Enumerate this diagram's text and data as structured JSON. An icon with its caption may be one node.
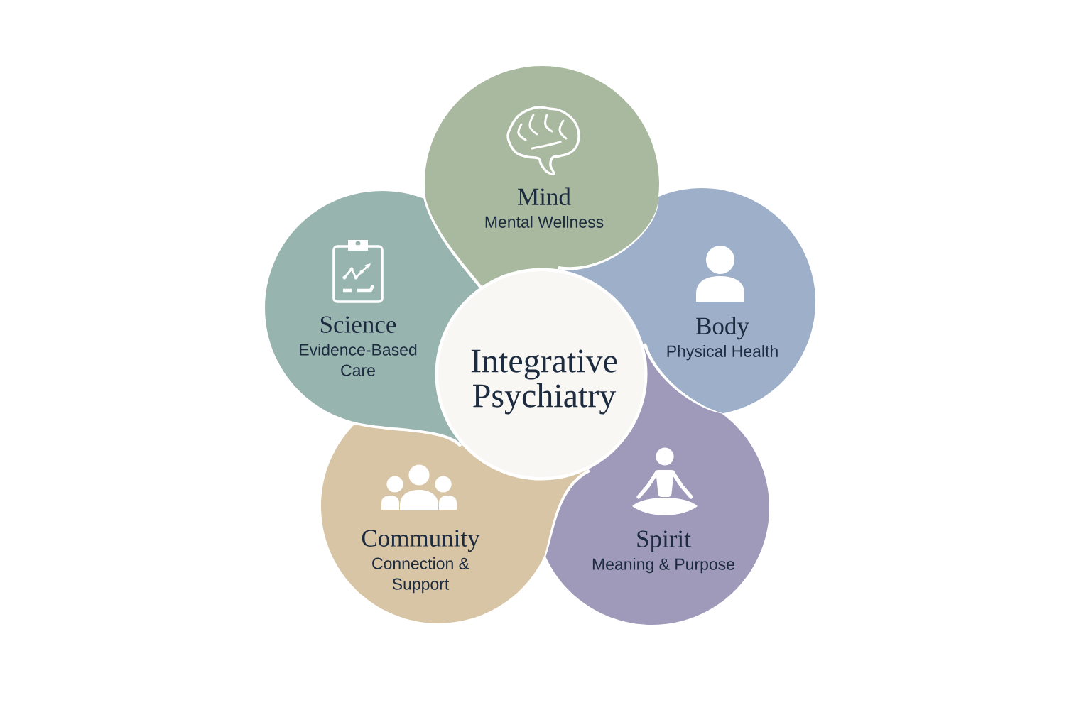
{
  "diagram": {
    "nodes": [
      {
        "text": [
          "Mind",
          "Mental Wellness"
        ]
      },
      {
        "text": [
          "Science",
          "Evidence-Based Care"
        ]
      },
      {
        "text": [
          "Body",
          "Physical Health"
        ]
      },
      {
        "text": [
          "Integrative Psychiatry"
        ]
      },
      {
        "text": [
          "Community",
          "Connection & Support"
        ]
      },
      {
        "text": [
          "Spirit",
          "Meaning & Purpose"
        ]
      }
    ]
  }
}
